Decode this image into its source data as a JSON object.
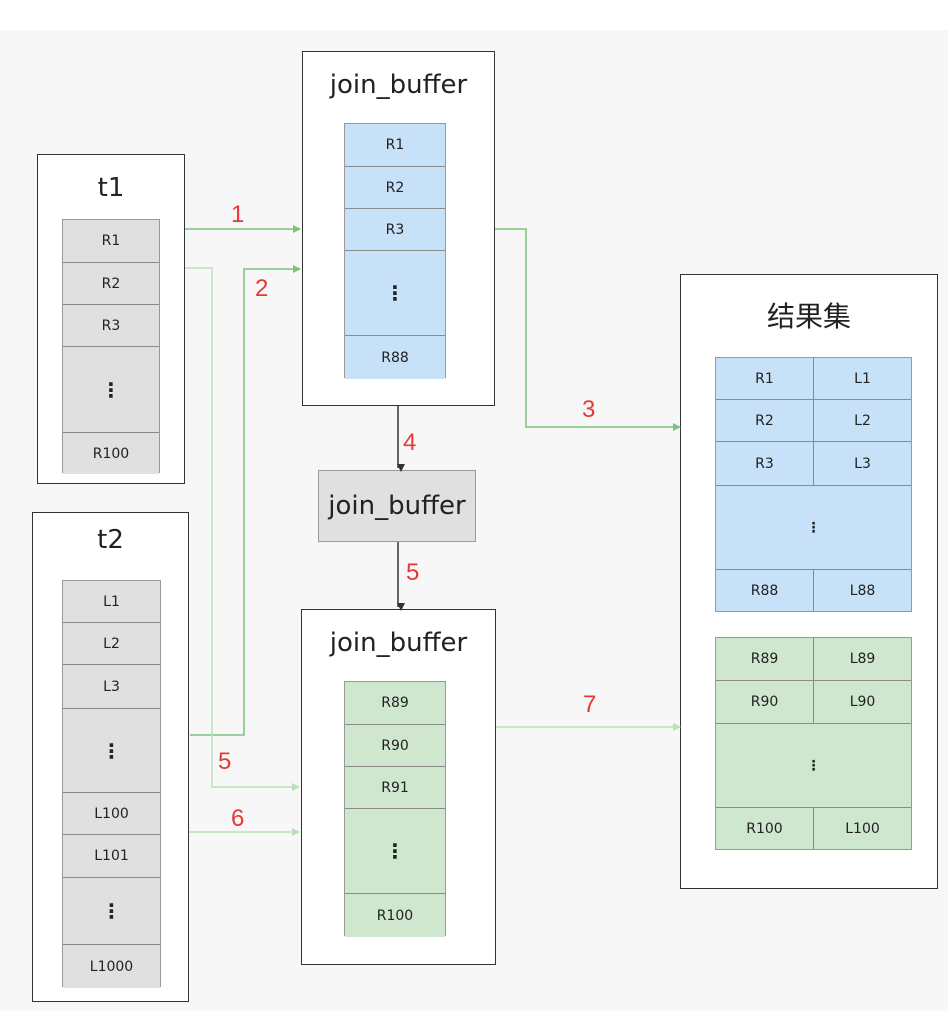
{
  "t1": {
    "title": "t1",
    "rows": [
      "R1",
      "R2",
      "R3",
      "⋮",
      "R100"
    ]
  },
  "t2": {
    "title": "t2",
    "rows": [
      "L1",
      "L2",
      "L3",
      "⋮",
      "L100",
      "L101",
      "⋮",
      "L1000"
    ]
  },
  "join_buffer_top": {
    "title": "join_buffer",
    "rows": [
      "R1",
      "R2",
      "R3",
      "⋮",
      "R88"
    ]
  },
  "join_buffer_middle": {
    "label": "join_buffer"
  },
  "join_buffer_bottom": {
    "title": "join_buffer",
    "rows": [
      "R89",
      "R90",
      "R91",
      "⋮",
      "R100"
    ]
  },
  "result": {
    "title": "结果集",
    "blue_rows": [
      [
        "R1",
        "L1"
      ],
      [
        "R2",
        "L2"
      ],
      [
        "R3",
        "L3"
      ],
      [
        "⋮"
      ],
      [
        "R88",
        "L88"
      ]
    ],
    "green_rows": [
      [
        "R89",
        "L89"
      ],
      [
        "R90",
        "L90"
      ],
      [
        "⋮"
      ],
      [
        "R100",
        "L100"
      ]
    ]
  },
  "steps": [
    "1",
    "2",
    "3",
    "4",
    "5",
    "5",
    "6",
    "7"
  ],
  "colors": {
    "arrow_green": "#7cc47c",
    "arrow_light_green": "#b9e0b9",
    "arrow_dark": "#333333",
    "step_number": "#e53935"
  }
}
